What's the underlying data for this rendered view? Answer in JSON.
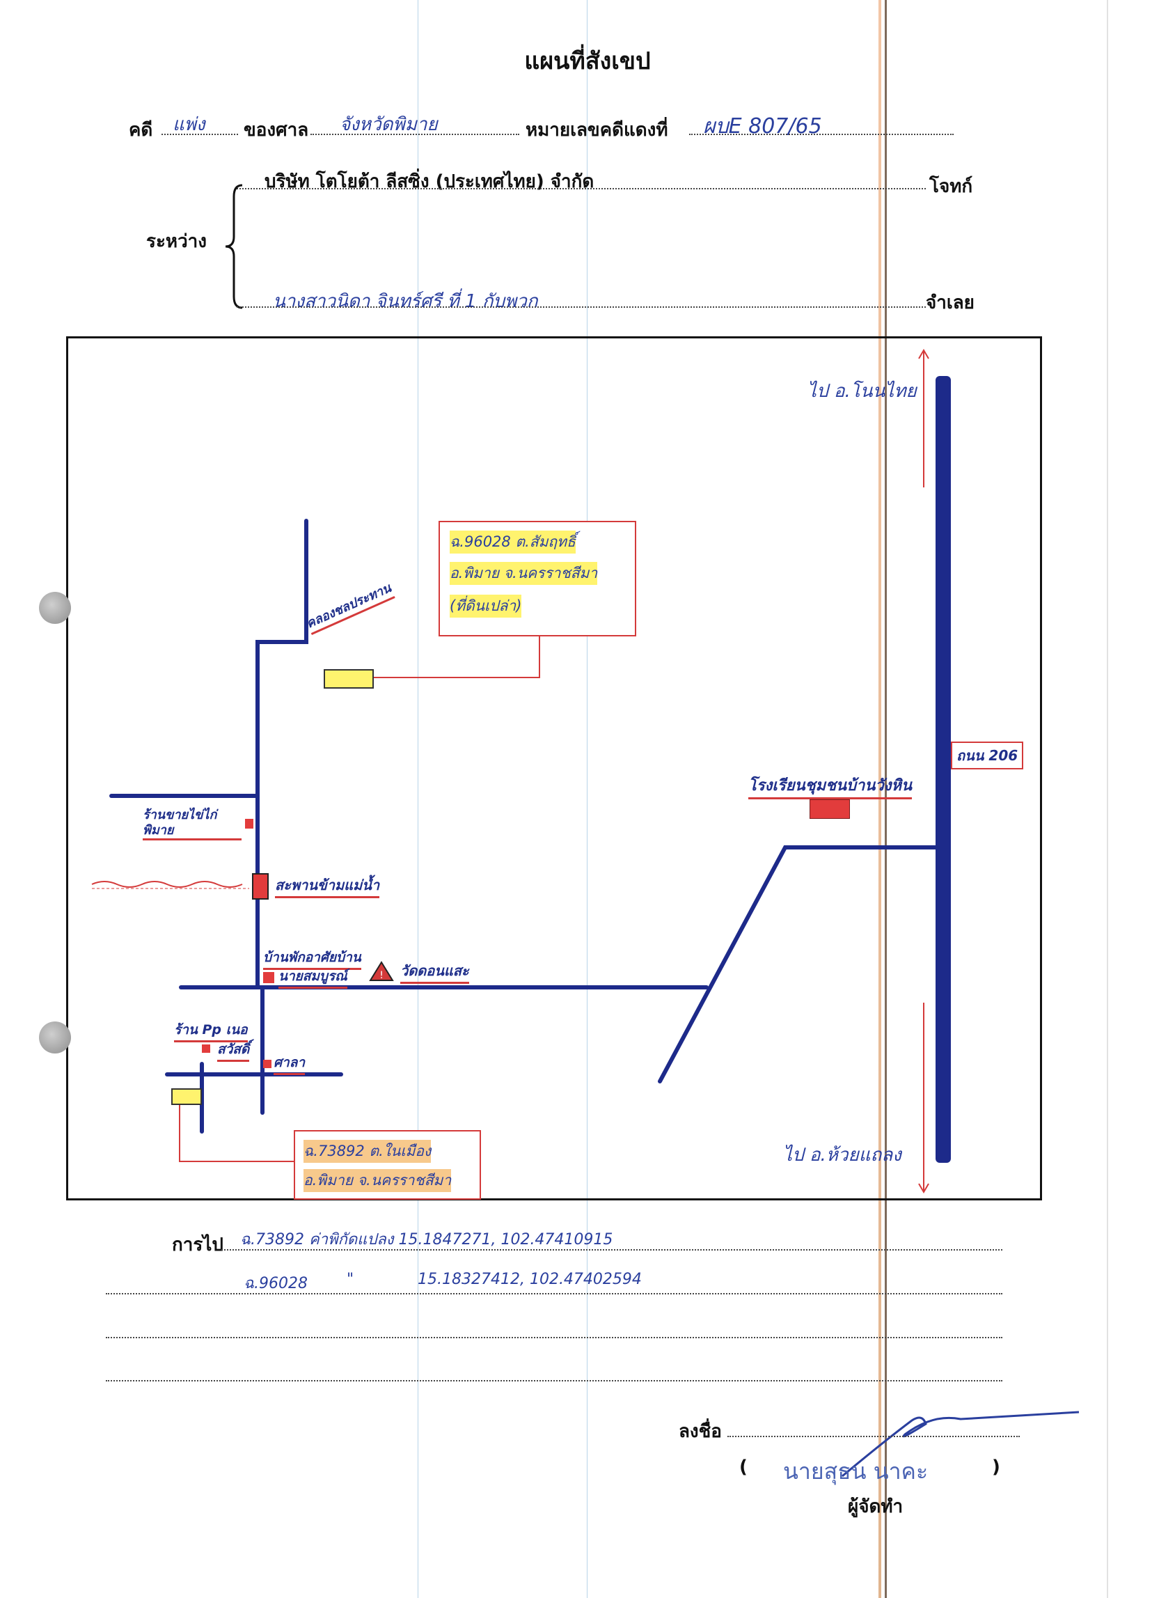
{
  "document": {
    "title": "แผนที่สังเขป",
    "case_label": "คดี",
    "case_type": "แพ่ง",
    "court_label": "ของศาล",
    "court_name": "จังหวัดพิมาย",
    "red_number_label": "หมายเลขคดีแดงที่",
    "red_number": "ผบE 807/65",
    "plaintiff_name": "บริษัท โตโยต้า ลีสซิ่ง (ประเทศไทย) จำกัด",
    "plaintiff_label": "โจทก์",
    "between_label": "ระหว่าง",
    "defendant_name": "นางสาวนิดา จินทร์ศรี ที่ 1 กับพวก",
    "defendant_label": "จำเลย"
  },
  "map": {
    "to_top": "ไป อ.โนนไทย",
    "to_bottom": "ไป อ.ห้วยแถลง",
    "road_label": "ถนน 206",
    "school": "โรงเรียนชุมชนบ้านวังหิน",
    "deed1_line1": "ฉ.96028 ต.สัมฤทธิ์",
    "deed1_line2": "อ.พิมาย จ.นครราชสีมา",
    "deed1_line3": "(ที่ดินเปล่า)",
    "canal": "คลองชลประทาน",
    "shop_left": "ร้านขายไข่ไก่ พิมาย",
    "bridge": "สะพานข้ามแม่น้ำ",
    "homestay_line1": "บ้านพักอาศัยบ้าน",
    "homestay_line2": "นายสมบูรณ์",
    "temple": "วัดดอนแสะ",
    "pp_shop_line1": "ร้าน Pp เนอ",
    "pp_shop_line2": "สวัสดิ์",
    "sala": "ศาลา",
    "deed2_line1": "ฉ.73892 ต.ในเมือง",
    "deed2_line2": "อ.พิมาย จ.นครราชสีมา"
  },
  "directions": {
    "label": "การไป",
    "line1": "ฉ.73892 ค่าพิกัดแปลง 15.1847271, 102.47410915",
    "line2_deed": "ฉ.96028",
    "line2_mark": "\"",
    "line2_coords": "15.18327412, 102.47402594"
  },
  "signature": {
    "label": "ลงชื่อ",
    "open_paren": "(",
    "name": "นายสุธน นาคะ",
    "close_paren": ")",
    "role": "ผู้จัดทำ"
  },
  "colors": {
    "road": "#1d2a8a",
    "accent_red": "#d43a3a",
    "highlight_yellow": "#fff36e",
    "ink_blue": "#2a3f9e"
  }
}
